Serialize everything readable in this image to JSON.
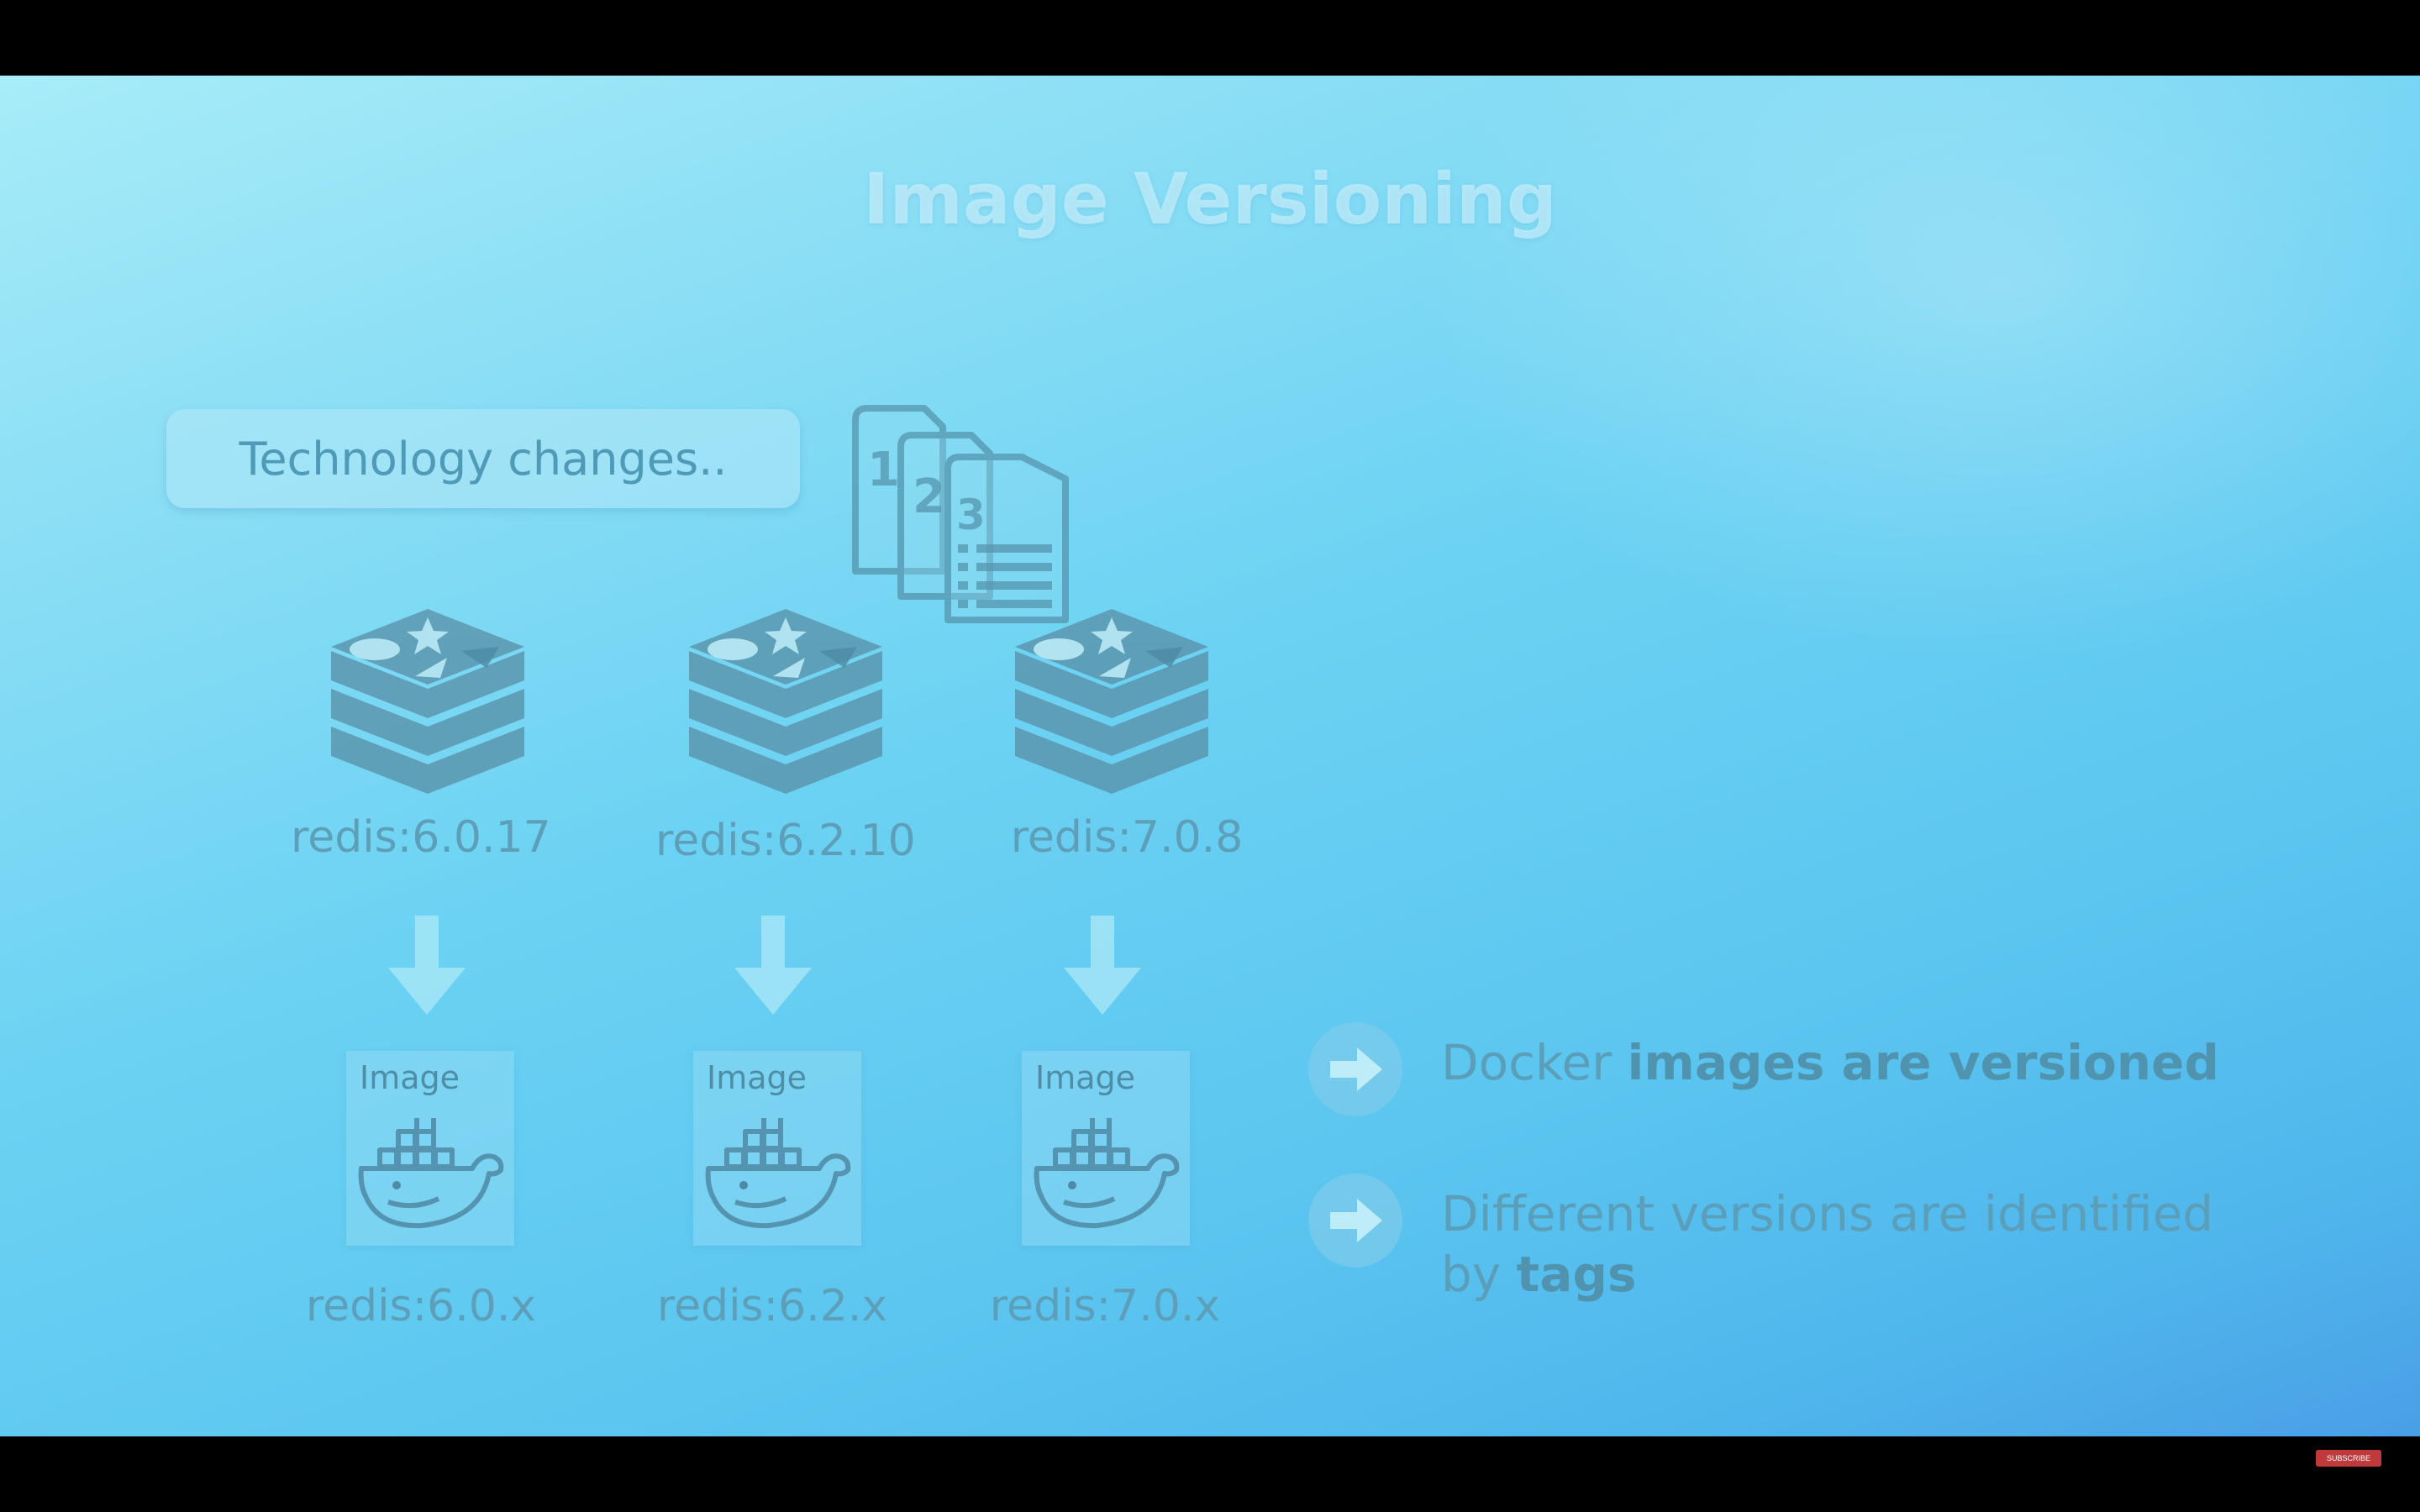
{
  "slide": {
    "title": "Image Versioning",
    "tech_box_label": "Technology changes..",
    "versions": [
      {
        "tag": "redis:6.0.17",
        "image_label": "Image",
        "image_tag": "redis:6.0.x"
      },
      {
        "tag": "redis:6.2.10",
        "image_label": "Image",
        "image_tag": "redis:6.2.x"
      },
      {
        "tag": "redis:7.0.8",
        "image_label": "Image",
        "image_tag": "redis:7.0.x"
      }
    ],
    "bullets": [
      {
        "prefix": "Docker ",
        "bold": "images are versioned",
        "suffix": "",
        "tail": ""
      },
      {
        "prefix": "Different versions are identified",
        "bold": "",
        "suffix": "by ",
        "tail": "tags"
      }
    ],
    "icons": {
      "documents": "numbered-documents-icon",
      "redis": "redis-logo-icon",
      "arrow": "down-arrow-icon",
      "docker": "docker-whale-icon",
      "bullet": "right-arrow-circle-icon"
    }
  },
  "player": {
    "subscribe_label": "SUBSCRIBE"
  },
  "colors": {
    "background_top": "#a7ecf9",
    "background_bottom": "#4a9fe6",
    "icon": "#5595ae",
    "text": "#5a9eb9"
  }
}
